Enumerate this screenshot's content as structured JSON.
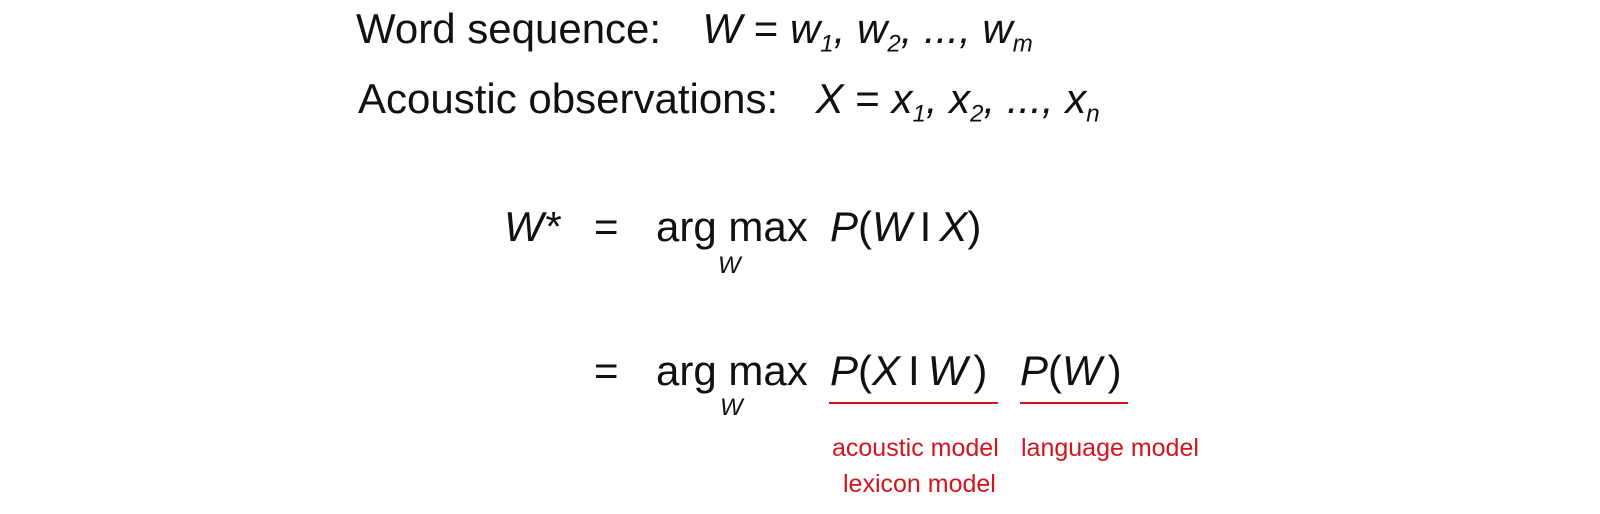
{
  "definitions": {
    "word_sequence": {
      "label": "Word sequence:",
      "var": "W",
      "eq": "=",
      "items": [
        {
          "base": "w",
          "sub": "1",
          "sep": ","
        },
        {
          "base": "w",
          "sub": "2",
          "sep": ","
        },
        {
          "base": "...",
          "sub": "",
          "sep": ","
        },
        {
          "base": "w",
          "sub": "m",
          "sep": ""
        }
      ]
    },
    "acoustic_observations": {
      "label": "Acoustic observations:",
      "var": "X",
      "eq": "=",
      "items": [
        {
          "base": "x",
          "sub": "1",
          "sep": ","
        },
        {
          "base": "x",
          "sub": "2",
          "sep": ","
        },
        {
          "base": "...",
          "sub": "",
          "sep": ","
        },
        {
          "base": "x",
          "sub": "n",
          "sep": ""
        }
      ]
    }
  },
  "equation1": {
    "lhs": "W*",
    "eq": "=",
    "op": "arg max",
    "op_sub": "W",
    "expr": {
      "P": "P",
      "open": "(",
      "a": "W",
      "bar": "I",
      "b": "X",
      "close": ")"
    }
  },
  "equation2": {
    "eq": "=",
    "op": "arg max",
    "op_sub": "W",
    "term1": {
      "P": "P",
      "open": "(",
      "a": "X",
      "bar": "I",
      "b": "W",
      "close": ")"
    },
    "term2": {
      "P": "P",
      "open": "(",
      "a": "W",
      "close": ")"
    }
  },
  "annotations": {
    "acoustic_model": "acoustic model",
    "lexicon_model": "lexicon model",
    "language_model": "language model"
  },
  "colors": {
    "text": "#111111",
    "annotation": "#d4141c"
  }
}
